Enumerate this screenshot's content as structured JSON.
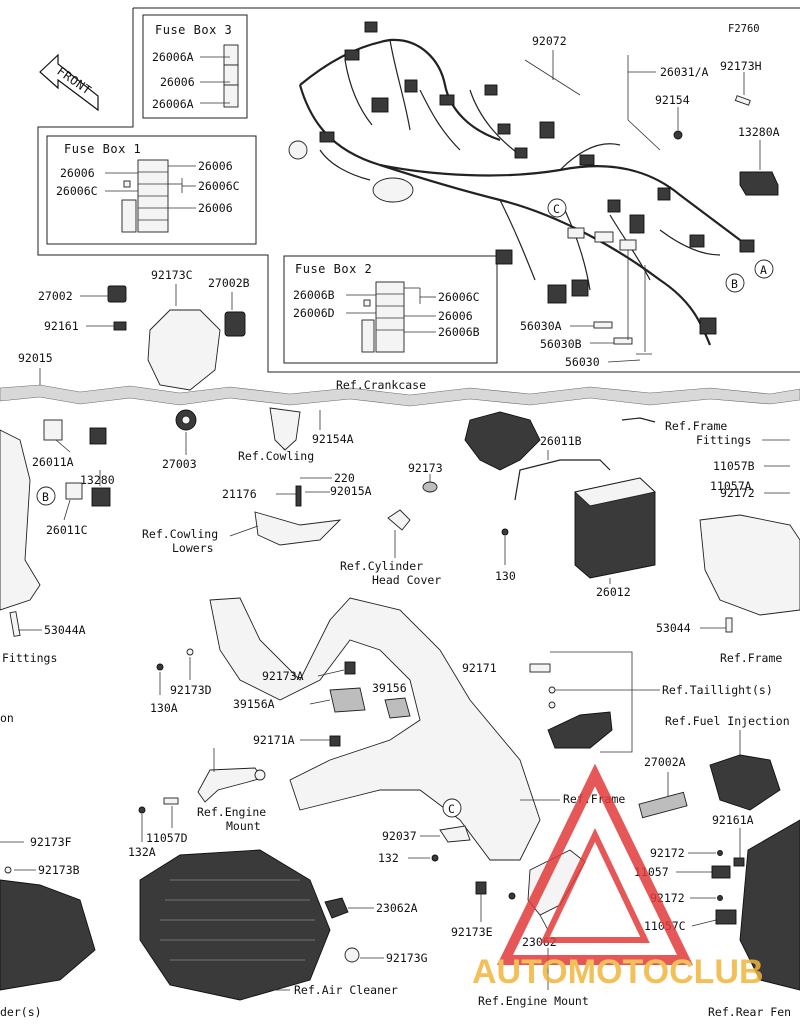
{
  "figure_code": "F2760",
  "front_label": "FRONT",
  "watermark": "AUTOMOTOCLUB",
  "brand_color": "#e23b3b",
  "watermark_color": "#f0b43c",
  "fuse_box_3": {
    "title": "Fuse Box 3",
    "labels": [
      "26006A",
      "26006",
      "26006A"
    ]
  },
  "fuse_box_1": {
    "title": "Fuse Box 1",
    "labels": [
      "26006",
      "26006",
      "26006C",
      "26006C",
      "26006"
    ]
  },
  "fuse_box_2": {
    "title": "Fuse Box 2",
    "labels": [
      "26006B",
      "26006C",
      "26006D",
      "26006",
      "26006B"
    ]
  },
  "callouts": [
    "A",
    "B",
    "C"
  ],
  "labels": {
    "p92072": "92072",
    "p26031a": "26031/A",
    "p92173h": "92173H",
    "p92154": "92154",
    "p13280a": "13280A",
    "p56030a": "56030A",
    "p56030b": "56030B",
    "p56030": "56030",
    "p27002": "27002",
    "p92173c": "92173C",
    "p27002b": "27002B",
    "p92161": "92161",
    "p92015": "92015",
    "ref_crankcase": "Ref.Crankcase",
    "p26011a": "26011A",
    "p27003": "27003",
    "ref_cowling": "Ref.Cowling",
    "p92154a": "92154A",
    "ref_frame_fittings_1": "Ref.Frame",
    "ref_frame_fittings_2": "Fittings",
    "p11057b": "11057B",
    "p92172_r1": "92172",
    "p11057a": "11057A",
    "p13280": "13280",
    "p26011c": "26011C",
    "p53044a": "53044A",
    "fittings_left": "Fittings",
    "p21176": "21176",
    "p220": "220",
    "p92015a": "92015A",
    "ref_cowling_lowers_1": "Ref.Cowling",
    "ref_cowling_lowers_2": "Lowers",
    "p92173": "92173",
    "p26011b": "26011B",
    "ref_cyl_head_1": "Ref.Cylinder",
    "ref_cyl_head_2": "Head Cover",
    "p130": "130",
    "p26012": "26012",
    "p53044": "53044",
    "ref_frame_r": "Ref.Frame",
    "p92173a": "92173A",
    "p39156a": "39156A",
    "p39156": "39156",
    "p92171": "92171",
    "ref_taillight": "Ref.Taillight(s)",
    "p130a": "130A",
    "p92173d": "92173D",
    "left_on": "on",
    "p92171a": "92171A",
    "ref_fuel_inj": "Ref.Fuel Injection",
    "p27002a": "27002A",
    "ref_engine_mount_1": "Ref.Engine",
    "ref_engine_mount_2": "Mount",
    "p11057d": "11057D",
    "p132a": "132A",
    "ref_frame_c": "Ref.Frame",
    "p92037": "92037",
    "p132": "132",
    "p92161a": "92161A",
    "p92172_a": "92172",
    "p11057": "11057",
    "p92172_b": "92172",
    "p11057c": "11057C",
    "p92173f": "92173F",
    "p92173b": "92173B",
    "p23062a": "23062A",
    "p92173e": "92173E",
    "p23062": "23062",
    "p92173g": "92173G",
    "ref_air_cleaner": "Ref.Air Cleaner",
    "ref_engine_mount_b": "Ref.Engine Mount",
    "ref_rear_fender": "Ref.Rear Fen",
    "left_ders": "der(s)"
  }
}
